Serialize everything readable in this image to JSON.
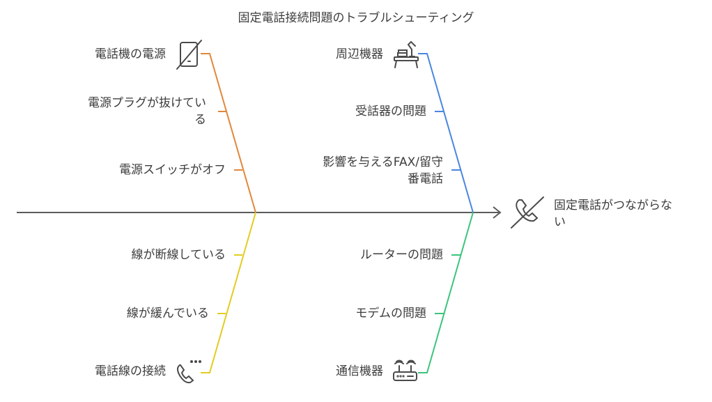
{
  "title": "固定電話接続問題のトラブルシューティング",
  "effect": {
    "label": "固定電話がつながらない",
    "line1": "固定電話がつながらな",
    "line2": "い",
    "icon": "phone-off-icon"
  },
  "colors": {
    "spine": "#5a5a5a",
    "power": "#e2873a",
    "peripheral": "#4a86e0",
    "line": "#e2cc22",
    "network": "#3cc47c",
    "text": "#3c3c3c"
  },
  "categories": [
    {
      "id": "power",
      "label": "電話機の電源",
      "icon": "phone-power-off-icon",
      "causes": [
        {
          "line1": "電源プラグが抜けてい",
          "line2": "る"
        },
        {
          "line1": "電源スイッチがオフ"
        }
      ]
    },
    {
      "id": "peripheral",
      "label": "周辺機器",
      "icon": "desk-equipment-icon",
      "causes": [
        {
          "line1": "受話器の問題"
        },
        {
          "line1": "影響を与えるFAX/留守",
          "line2": "番電話"
        }
      ]
    },
    {
      "id": "line",
      "label": "電話線の接続",
      "icon": "phone-call-icon",
      "causes": [
        {
          "line1": "線が断線している"
        },
        {
          "line1": "線が緩んでいる"
        }
      ]
    },
    {
      "id": "network",
      "label": "通信機器",
      "icon": "router-icon",
      "causes": [
        {
          "line1": "ルーターの問題"
        },
        {
          "line1": "モデムの問題"
        }
      ]
    }
  ]
}
